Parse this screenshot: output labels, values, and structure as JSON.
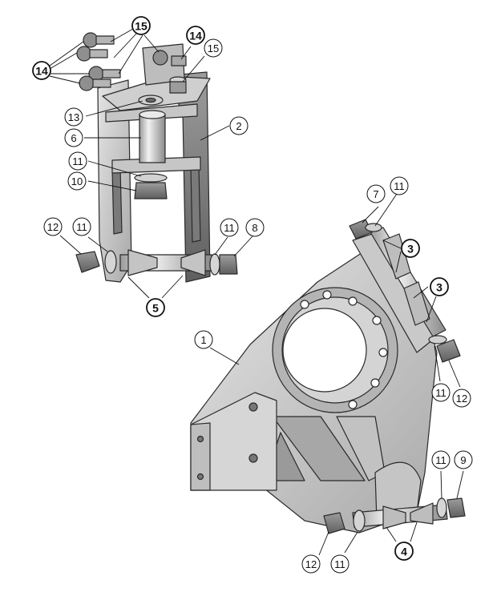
{
  "colors": {
    "metal_light": "#d9d9d9",
    "metal_mid": "#b9b9b9",
    "metal_dark": "#8c8c8c",
    "metal_shadow": "#6e6e6e",
    "outline": "#2a2a2a",
    "callout_fill": "#ffffff",
    "callout_stroke": "#111111"
  },
  "callouts": [
    {
      "label": "15",
      "bold": true
    },
    {
      "label": "14",
      "bold": true
    },
    {
      "label": "15",
      "bold": false
    },
    {
      "label": "14",
      "bold": true
    },
    {
      "label": "13",
      "bold": false
    },
    {
      "label": "2",
      "bold": false
    },
    {
      "label": "6",
      "bold": false
    },
    {
      "label": "11",
      "bold": false
    },
    {
      "label": "10",
      "bold": false
    },
    {
      "label": "12",
      "bold": false
    },
    {
      "label": "11",
      "bold": false
    },
    {
      "label": "11",
      "bold": false
    },
    {
      "label": "8",
      "bold": false
    },
    {
      "label": "5",
      "bold": true
    },
    {
      "label": "7",
      "bold": false
    },
    {
      "label": "11",
      "bold": false
    },
    {
      "label": "3",
      "bold": true
    },
    {
      "label": "3",
      "bold": true
    },
    {
      "label": "1",
      "bold": false
    },
    {
      "label": "11",
      "bold": false
    },
    {
      "label": "12",
      "bold": false
    },
    {
      "label": "11",
      "bold": false
    },
    {
      "label": "9",
      "bold": false
    },
    {
      "label": "4",
      "bold": true
    },
    {
      "label": "12",
      "bold": false
    },
    {
      "label": "11",
      "bold": false
    }
  ]
}
